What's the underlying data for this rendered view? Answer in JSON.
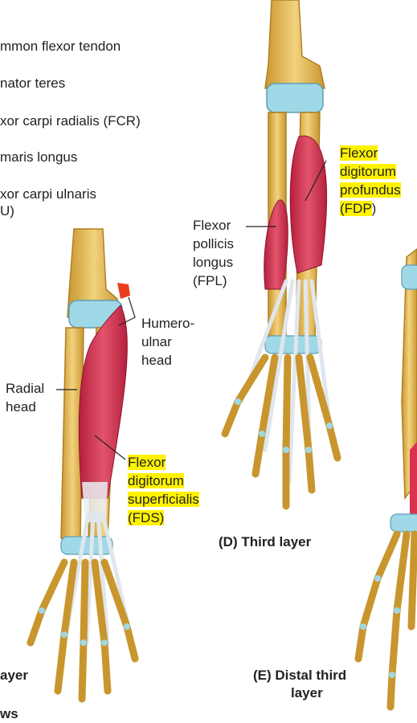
{
  "left_list": [
    "mmon flexor tendon",
    "nator teres",
    "xor carpi radialis (FCR)",
    "maris longus",
    "xor carpi ulnaris",
    "U)"
  ],
  "panel_c": {
    "labels": {
      "humero": "Humero-",
      "ulnar": "ulnar",
      "head1": "head",
      "radial": "Radial",
      "head2": "head",
      "flexor": "Flexor",
      "digitorum": "digitorum",
      "superficialis": "superficialis",
      "fds": "(FDS)"
    },
    "caption": "ayer",
    "caption_bottom": "ws"
  },
  "panel_d": {
    "labels": {
      "flexor": "Flexor",
      "digitorum": "digitorum",
      "profundus": "profundus",
      "fdp_open": "(",
      "fdp": "FDP",
      "fdp_close": ")",
      "fpl1": "Flexor",
      "fpl2": "pollicis",
      "fpl3": "longus",
      "fpl4": "(FPL)"
    },
    "caption": "(D) Third layer"
  },
  "panel_e": {
    "caption_line1": "(E) Distal third",
    "caption_line2": "layer"
  },
  "colors": {
    "bone": "#e9c46a",
    "bone_dark": "#c9962e",
    "cartilage": "#9fd8e6",
    "muscle": "#d8344f",
    "tendon": "#dfe6ee",
    "highlight": "#fff200"
  }
}
